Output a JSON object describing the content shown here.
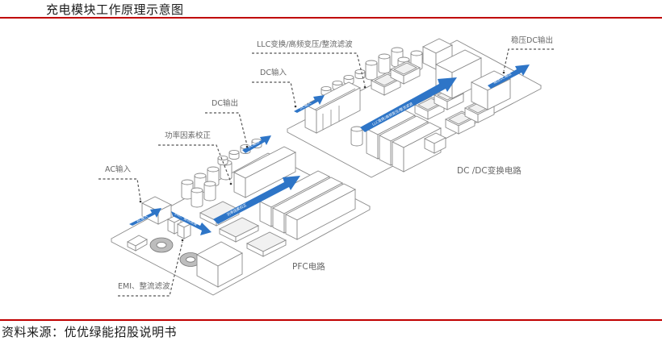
{
  "header": {
    "title": "充电模块工作原理示意图"
  },
  "footer": {
    "source": "资料来源：优优绿能招股说明书"
  },
  "colors": {
    "rule": "#c00000",
    "arrow": "#2e75c7",
    "line": "#8a8a8a",
    "label": "#666666"
  },
  "diagram": {
    "pfc_board": {
      "name": "PFC电路",
      "callouts": [
        {
          "id": "ac-input",
          "label": "AC输入"
        },
        {
          "id": "pfc",
          "label": "功率因素校正"
        },
        {
          "id": "dc-output",
          "label": "DC输出"
        },
        {
          "id": "emi",
          "label": "EMI、整流滤波"
        }
      ],
      "arrows": [
        {
          "id": "ac-input-arrow",
          "text": "AC输入"
        },
        {
          "id": "emi-arrow",
          "text": "EMI、整流滤波"
        },
        {
          "id": "pfc-arrow",
          "text": "功率因素校正"
        },
        {
          "id": "dc-output-arrow",
          "text": "DC输出"
        }
      ]
    },
    "dcdc_board": {
      "name": "DC /DC变换电路",
      "callouts": [
        {
          "id": "llc",
          "label": "LLC变换/高频变压/整流滤波"
        },
        {
          "id": "dc-input",
          "label": "DC输入"
        },
        {
          "id": "regulated-dc-output",
          "label": "稳压DC输出"
        }
      ],
      "arrows": [
        {
          "id": "dc-input-arrow",
          "text": "DC输入"
        },
        {
          "id": "llc-arrow",
          "text": "LLC变换/高频变压/整流滤波"
        },
        {
          "id": "regulated-dc-output-arrow",
          "text": "稳压DC输出"
        }
      ]
    }
  }
}
